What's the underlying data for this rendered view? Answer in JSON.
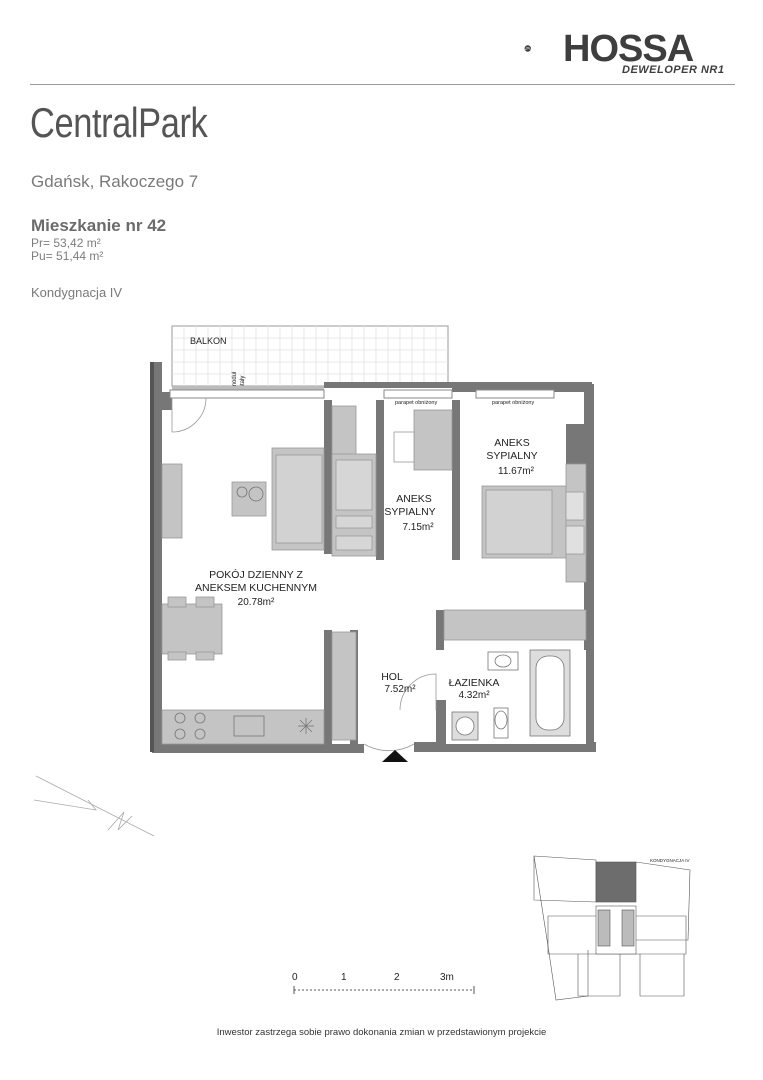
{
  "brand": {
    "name": "HOSSA",
    "tagline": "DEWELOPER NR1"
  },
  "project": {
    "name": "CentralPark",
    "address": "Gdańsk, Rakoczego 7"
  },
  "apartment": {
    "title": "Mieszkanie nr 42",
    "pr": "Pr= 53,42 m²",
    "pu": "Pu= 51,44 m²",
    "floor": "Kondygnacja IV"
  },
  "plan": {
    "balcony": "BALKON",
    "fixed_module": "moduł\nstały",
    "parapet1": "parapet obniżony",
    "parapet2": "parapet obniżony",
    "rooms": [
      {
        "name_lines": [
          "POKÓJ DZIENNY Z",
          "ANEKSEM KUCHENNYM"
        ],
        "area": "20.78m²"
      },
      {
        "name_lines": [
          "ANEKS",
          "SYPIALNY"
        ],
        "area": "7.15m²"
      },
      {
        "name_lines": [
          "ANEKS",
          "SYPIALNY"
        ],
        "area": "11.67m²"
      },
      {
        "name_lines": [
          "HOL"
        ],
        "area": "7.52m²"
      },
      {
        "name_lines": [
          "ŁAZIENKA"
        ],
        "area": "4.32m²"
      }
    ]
  },
  "scale_bar": {
    "labels": [
      "0",
      "1",
      "2",
      "3m"
    ]
  },
  "key_plan": {
    "label": "KONDYGNACJA IV"
  },
  "footer": {
    "disclaimer": "Inwestor zastrzega sobie prawo dokonania zmian w przedstawionym projekcie"
  },
  "colors": {
    "wall": "#777777",
    "furniture": "#c4c4c4",
    "highlight": "#6d6d6d",
    "text": "#222222"
  }
}
